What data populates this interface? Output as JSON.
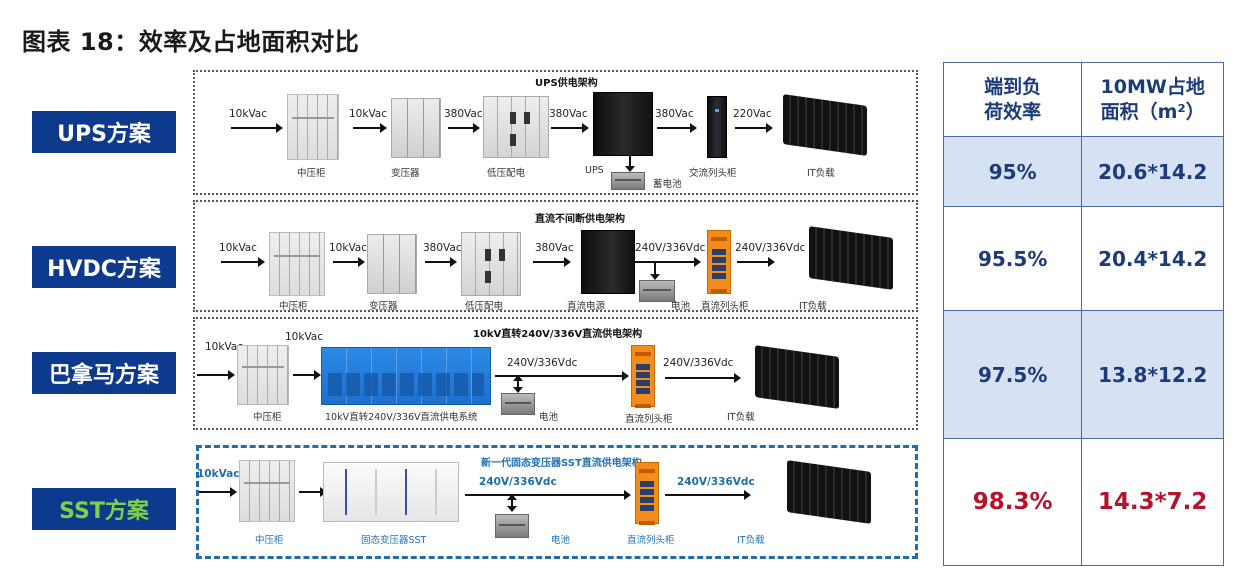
{
  "title": "图表 18：效率及占地面积对比",
  "schemes": [
    {
      "label": "UPS方案",
      "label_color": "#ffffff",
      "panel_title": "UPS供电架构",
      "flow_labels": [
        "10kVac",
        "10kVac",
        "380Vac",
        "380Vac",
        "380Vac",
        "220Vac"
      ],
      "equipment": [
        "中压柜",
        "变压器",
        "低压配电",
        "UPS",
        "蓄电池",
        "交流列头柜",
        "IT负载"
      ]
    },
    {
      "label": "HVDC方案",
      "label_color": "#ffffff",
      "panel_title": "直流不间断供电架构",
      "flow_labels": [
        "10kVac",
        "10kVac",
        "380Vac",
        "380Vac",
        "240V/336Vdc",
        "240V/336Vdc"
      ],
      "equipment": [
        "中压柜",
        "变压器",
        "低压配电",
        "直流电源",
        "电池",
        "直流列头柜",
        "IT负载"
      ]
    },
    {
      "label": "巴拿马方案",
      "label_color": "#ffffff",
      "panel_title": "10kV直转240V/336V直流供电架构",
      "flow_labels": [
        "10kVac",
        "10kVac",
        "240V/336Vdc",
        "240V/336Vdc"
      ],
      "equipment": [
        "中压柜",
        "10kV直转240V/336V直流供电系统",
        "电池",
        "直流列头柜",
        "IT负载"
      ]
    },
    {
      "label": "SST方案",
      "label_color": "#7fd148",
      "panel_title": "新一代固态变压器SST直流供电架构",
      "flow_labels": [
        "10kVac",
        "240V/336Vdc",
        "240V/336Vdc"
      ],
      "equipment": [
        "中压柜",
        "固态变压器SST",
        "电池",
        "直流列头柜",
        "IT负载"
      ]
    }
  ],
  "table": {
    "headers": [
      "端到负\n荷效率",
      "10MW占地\n面积（m²）"
    ],
    "header_lines": [
      [
        "端到负",
        "荷效率"
      ],
      [
        "10MW占地",
        "面积（m²）"
      ]
    ],
    "rows": [
      {
        "efficiency": "95%",
        "area": "20.6*14.2"
      },
      {
        "efficiency": "95.5%",
        "area": "20.4*14.2"
      },
      {
        "efficiency": "97.5%",
        "area": "13.8*12.2"
      },
      {
        "efficiency": "98.3%",
        "area": "14.3*7.2"
      }
    ],
    "colors": {
      "text": "#1c3b78",
      "highlight": "#b3142c",
      "shade": "#d6e2f3",
      "border": "#4a6aa5"
    }
  },
  "colors": {
    "label_bg": "#0d3a8c",
    "sst_border": "#1f6ea8",
    "dc_cabinet": "#f28c1a",
    "panama_system": "#2d8ae6"
  }
}
